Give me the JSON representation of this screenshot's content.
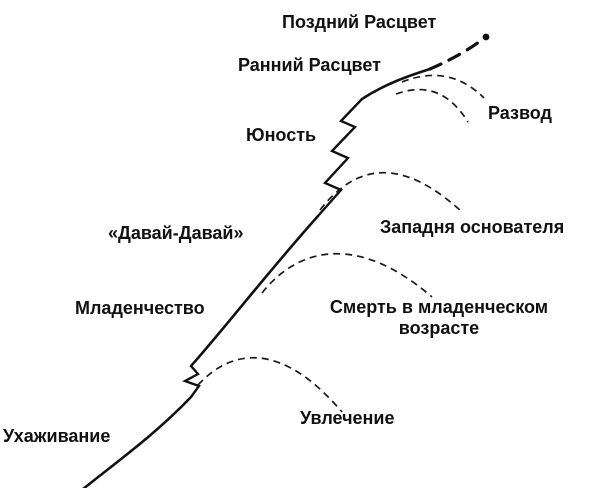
{
  "diagram": {
    "name": "organization-lifecycle-curve",
    "labels": {
      "late_prime": "Поздний Расцвет",
      "early_prime": "Ранний Расцвет",
      "adolescence": "Юность",
      "divorce": "Развод",
      "go_go": "«Давай-Давай»",
      "founders_trap": "Западня основателя",
      "infancy": "Младенчество",
      "infant_mortality": "Смерть в младенческом\nвозрасте",
      "affair": "Увлечение",
      "courtship": "Ухаживание"
    },
    "colors": {
      "line": "#111111",
      "text": "#111111",
      "background": "#ffffff"
    }
  }
}
